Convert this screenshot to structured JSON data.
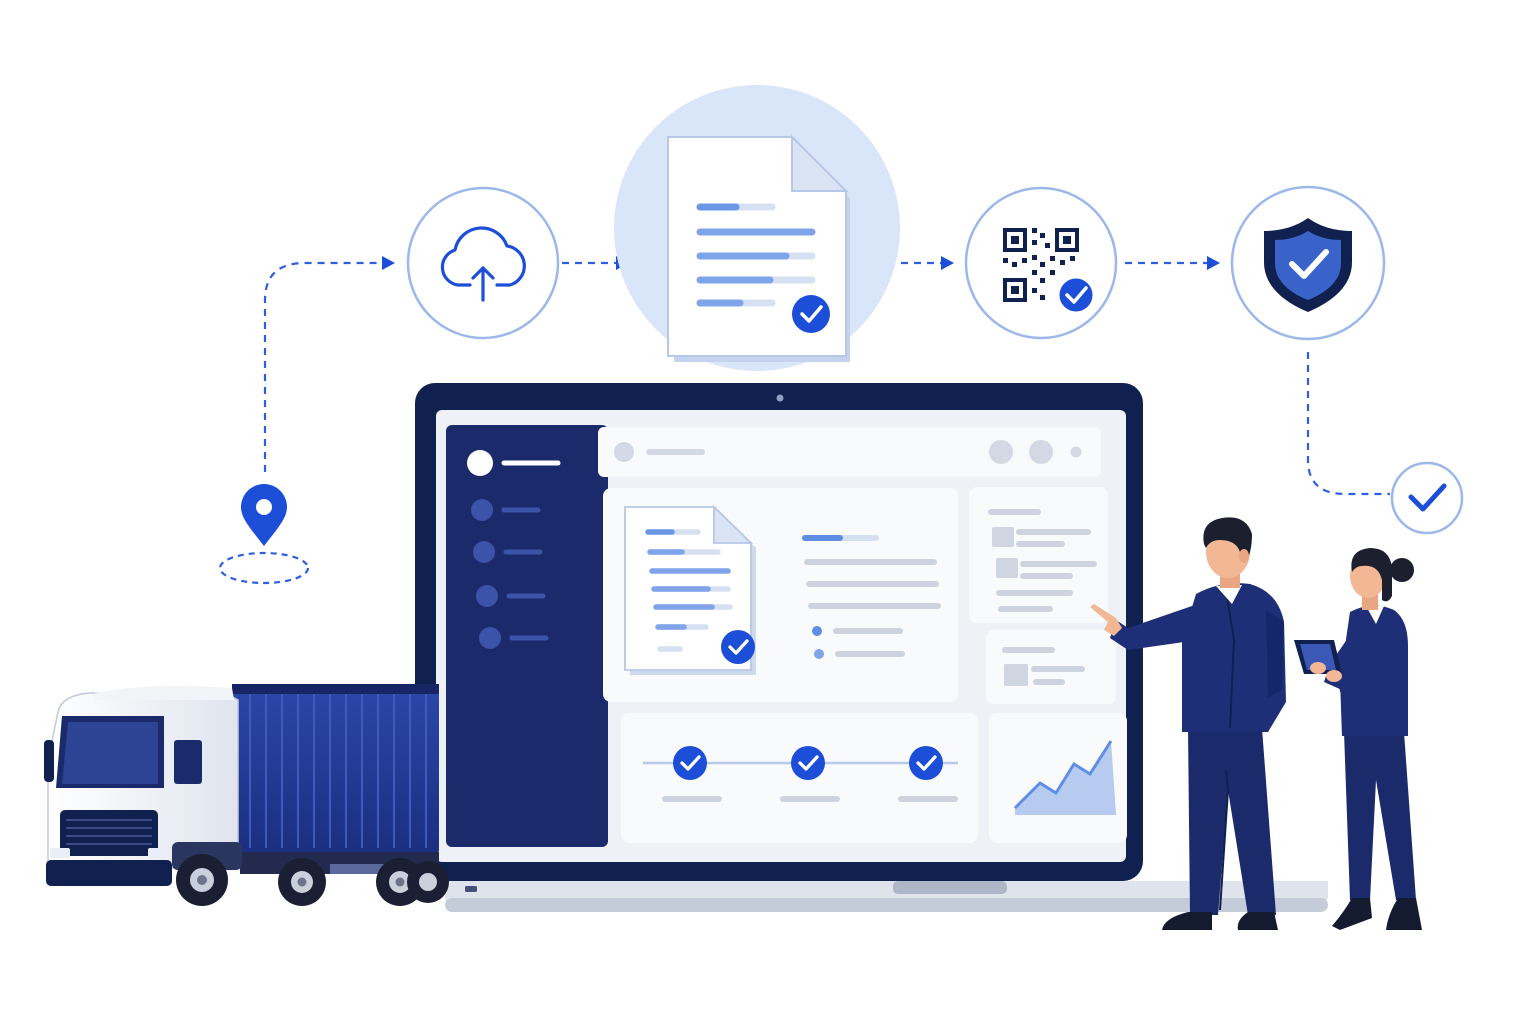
{
  "colors": {
    "navy": "#1b2a6b",
    "navy_dark": "#10204f",
    "blue": "#1d4ed8",
    "blue_mid": "#2f6fe0",
    "light_blue": "#d9e5f9",
    "circle_border": "#9cb7ea",
    "line": "#2f5fe0",
    "gray": "#c9d0dc",
    "screen_bg": "#eef1f6",
    "card_bg": "#f9fafc",
    "skin": "#f2b896",
    "hair": "#1b1f2e"
  },
  "workflow": {
    "steps": [
      {
        "name": "location",
        "icon": "location-pin-icon"
      },
      {
        "name": "upload",
        "icon": "cloud-upload-icon"
      },
      {
        "name": "document",
        "icon": "document-check-icon"
      },
      {
        "name": "qr-code",
        "icon": "qr-code-check-icon"
      },
      {
        "name": "security",
        "icon": "shield-check-icon"
      },
      {
        "name": "verified",
        "icon": "check-circle-icon"
      }
    ]
  },
  "dashboard": {
    "sidebar_items": 4,
    "progress_steps": 3,
    "trend_series": [
      2,
      6,
      4,
      8,
      6,
      11
    ]
  },
  "illustration": {
    "vehicle": "semi-truck",
    "people": [
      "man-pointing",
      "woman-with-tablet"
    ]
  }
}
